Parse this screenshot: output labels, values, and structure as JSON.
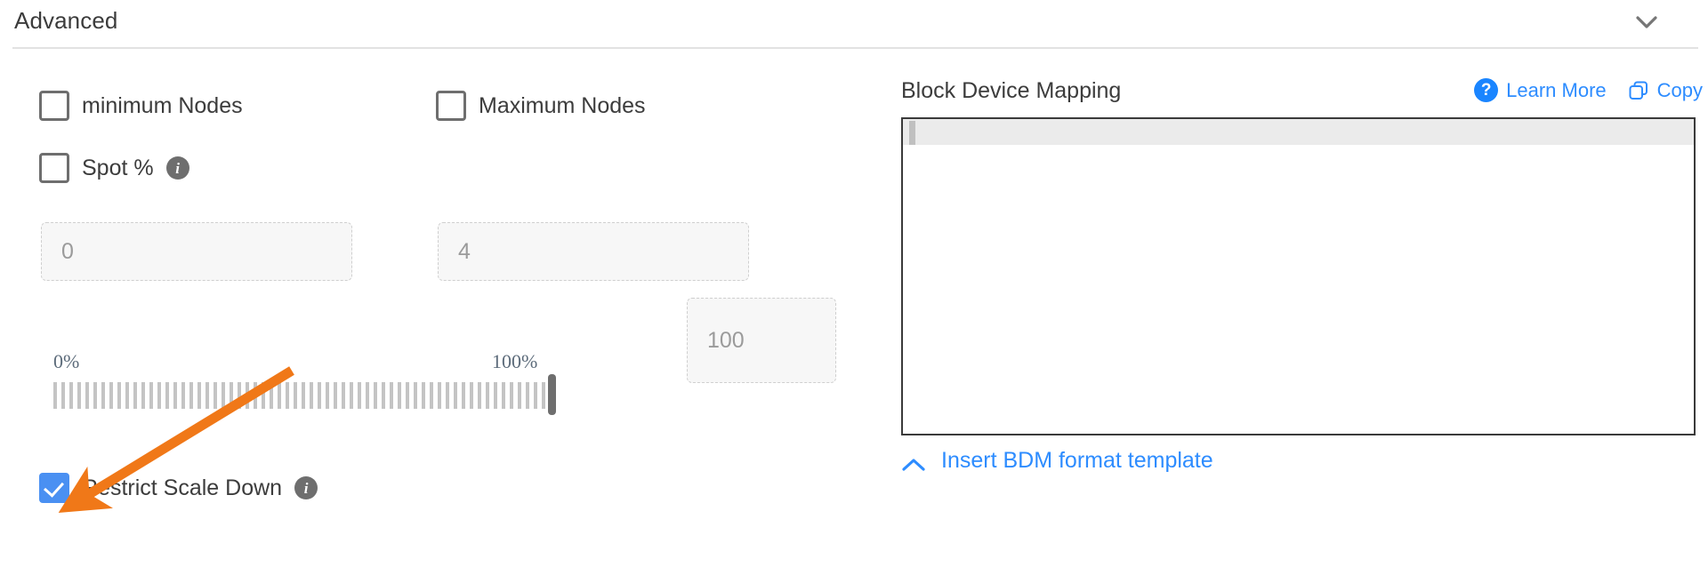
{
  "section": {
    "title": "Advanced",
    "collapse_icon": "chevron-down-icon"
  },
  "left": {
    "min_nodes": {
      "label": "minimum Nodes",
      "checked": false,
      "input_placeholder": "0",
      "input_value": ""
    },
    "max_nodes": {
      "label": "Maximum Nodes",
      "checked": false,
      "input_placeholder": "4",
      "input_value": ""
    },
    "spot": {
      "label": "Spot %",
      "checked": false,
      "info_icon": "info-icon",
      "info_glyph": "i",
      "slider_min_label": "0%",
      "slider_max_label": "100%",
      "slider_value": 100,
      "value_input_placeholder": "100",
      "value_input_value": ""
    },
    "restrict_scale_down": {
      "label": "Restrict Scale Down",
      "checked": true,
      "info_icon": "info-icon",
      "info_glyph": "i"
    }
  },
  "right": {
    "title": "Block Device Mapping",
    "learn_more": {
      "label": "Learn More",
      "icon": "help-circle-icon",
      "icon_glyph": "?"
    },
    "copy": {
      "label": "Copy",
      "icon": "copy-icon"
    },
    "editor": {
      "content": "",
      "active_line": 1
    },
    "insert_template": {
      "label": "Insert BDM format template",
      "icon": "chevron-up-icon"
    }
  },
  "colors": {
    "accent_blue": "#2d8cff",
    "checkbox_checked": "#4a90f2",
    "annotation_orange": "#f07818",
    "text_primary": "#3c3c3c",
    "muted_text": "#9b9b9b"
  }
}
